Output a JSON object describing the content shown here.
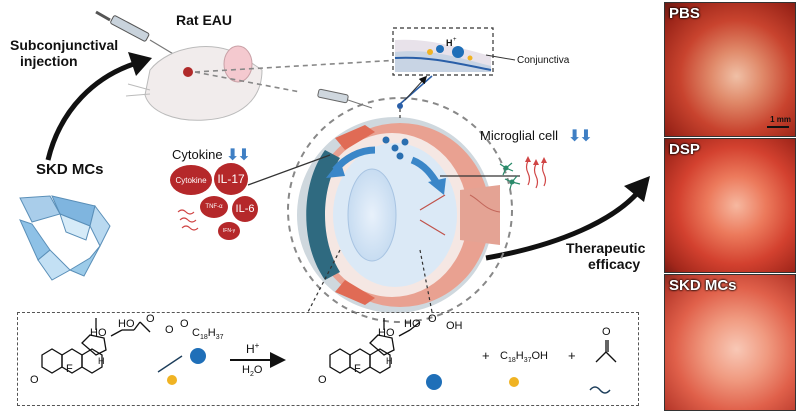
{
  "labels": {
    "subconjunctival": "Subconjunctival",
    "injection": "injection",
    "rat_eau": "Rat EAU",
    "skd_mcs": "SKD MCs",
    "conjunctiva": "Conjunctiva",
    "cytokine_title": "Cytokine",
    "microglial": "Microglial cell",
    "therapeutic": "Therapeutic",
    "efficacy": "efficacy"
  },
  "cytokines": [
    "Cytokine",
    "IL-17",
    "TNF-α",
    "IL-6",
    "IFN-γ"
  ],
  "photos": [
    {
      "label": "PBS",
      "scale": "1 mm"
    },
    {
      "label": "DSP"
    },
    {
      "label": "SKD MCs"
    }
  ],
  "reaction": {
    "r_ho": "HO",
    "r_ho2": "HO",
    "r_o_keto": "O",
    "r_o1": "O",
    "r_o2": "O",
    "r_c18": "C",
    "r_c18_sub1": "18",
    "r_c18_h": "H",
    "r_c18_sub2": "37",
    "r_h": "H",
    "r_f": "F",
    "r_o_ring": "O",
    "cond_h": "H",
    "cond_plus": "+",
    "cond_h2o_h": "H",
    "cond_h2o_sub": "2",
    "cond_h2o_o": "O",
    "p_ho": "HO",
    "p_ho2": "HO",
    "p_o_keto": "O",
    "p_oh": "OH",
    "p_h": "H",
    "p_f": "F",
    "p_o_ring": "O",
    "plus1": "+",
    "plus2": "+",
    "alc_c": "C",
    "alc_sub1": "18",
    "alc_h": "H",
    "alc_sub2": "37",
    "alc_oh": "OH",
    "acetone_o": "O"
  },
  "colors": {
    "cytokine_red": "#b5282a",
    "arrow_blue": "#3a86c8",
    "down_arrow_blue": "#3f7fc4",
    "ball_blue": "#1f6fb8",
    "ball_yellow": "#f0b323",
    "tissue_pink": "#e58b78"
  }
}
